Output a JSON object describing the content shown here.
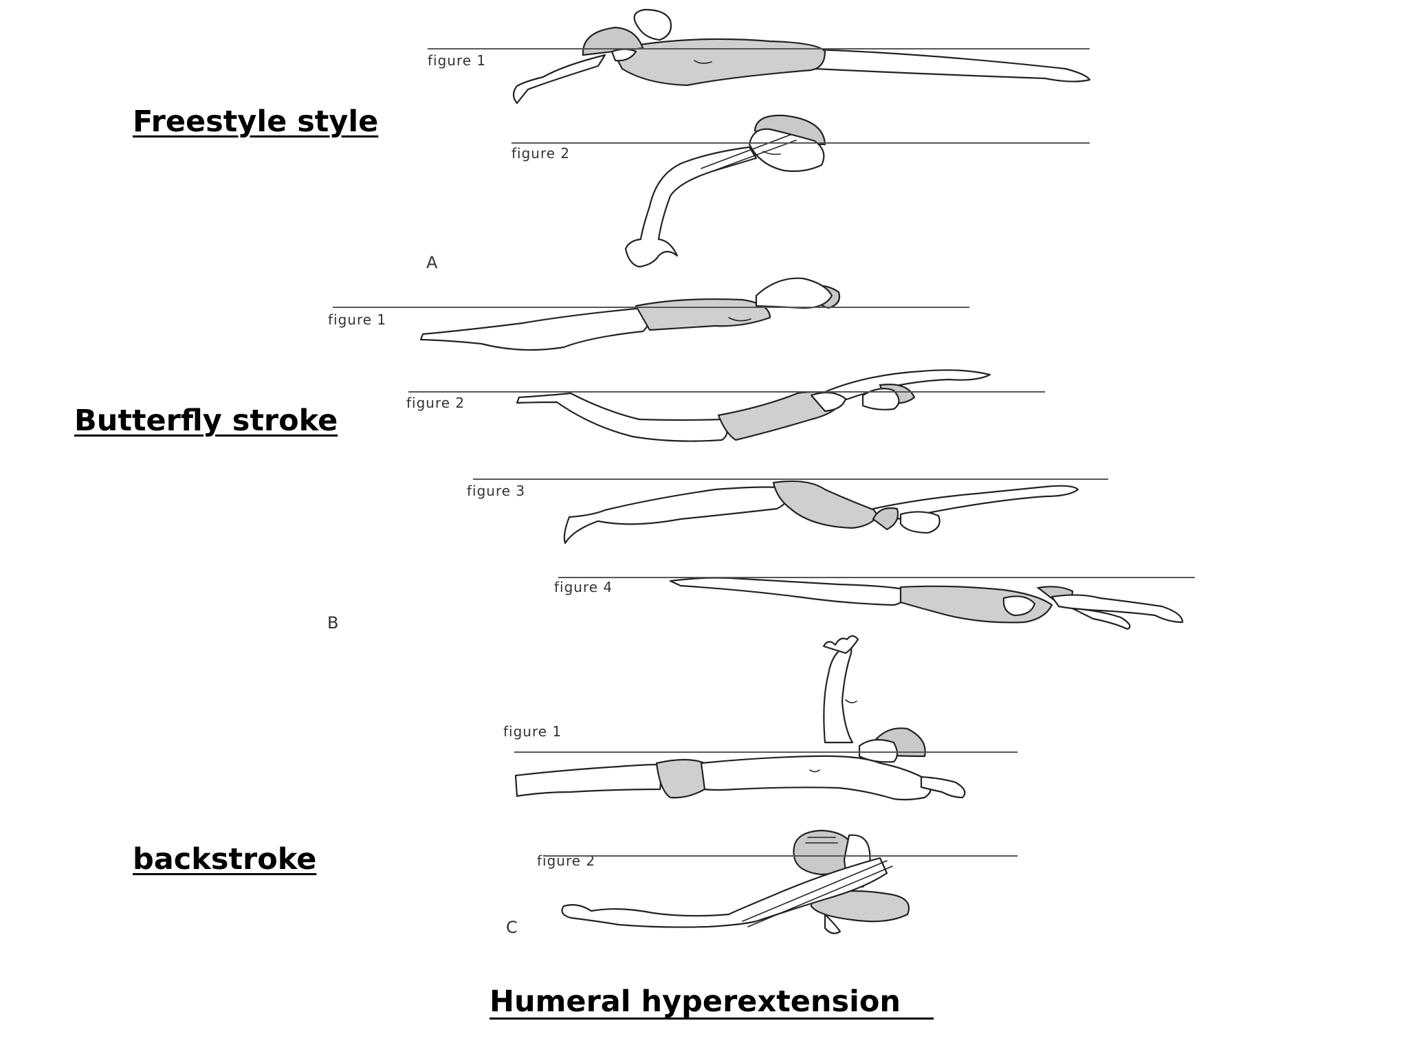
{
  "titles": {
    "freestyle": "Freestyle style",
    "butterfly": "Butterfly stroke",
    "backstroke": "backstroke",
    "caption": "Humeral hyperextension"
  },
  "panels": {
    "A": {
      "letter": "A",
      "figures": [
        "figure 1",
        "figure 2"
      ]
    },
    "B": {
      "letter": "B",
      "figures": [
        "figure 1",
        "figure 2",
        "figure 3",
        "figure 4"
      ]
    },
    "C": {
      "letter": "C",
      "figures": [
        "figure 1",
        "figure 2"
      ]
    }
  },
  "colors": {
    "swimsuit": "#cfcfcf",
    "outline": "#222222",
    "water_line": "#555555"
  }
}
